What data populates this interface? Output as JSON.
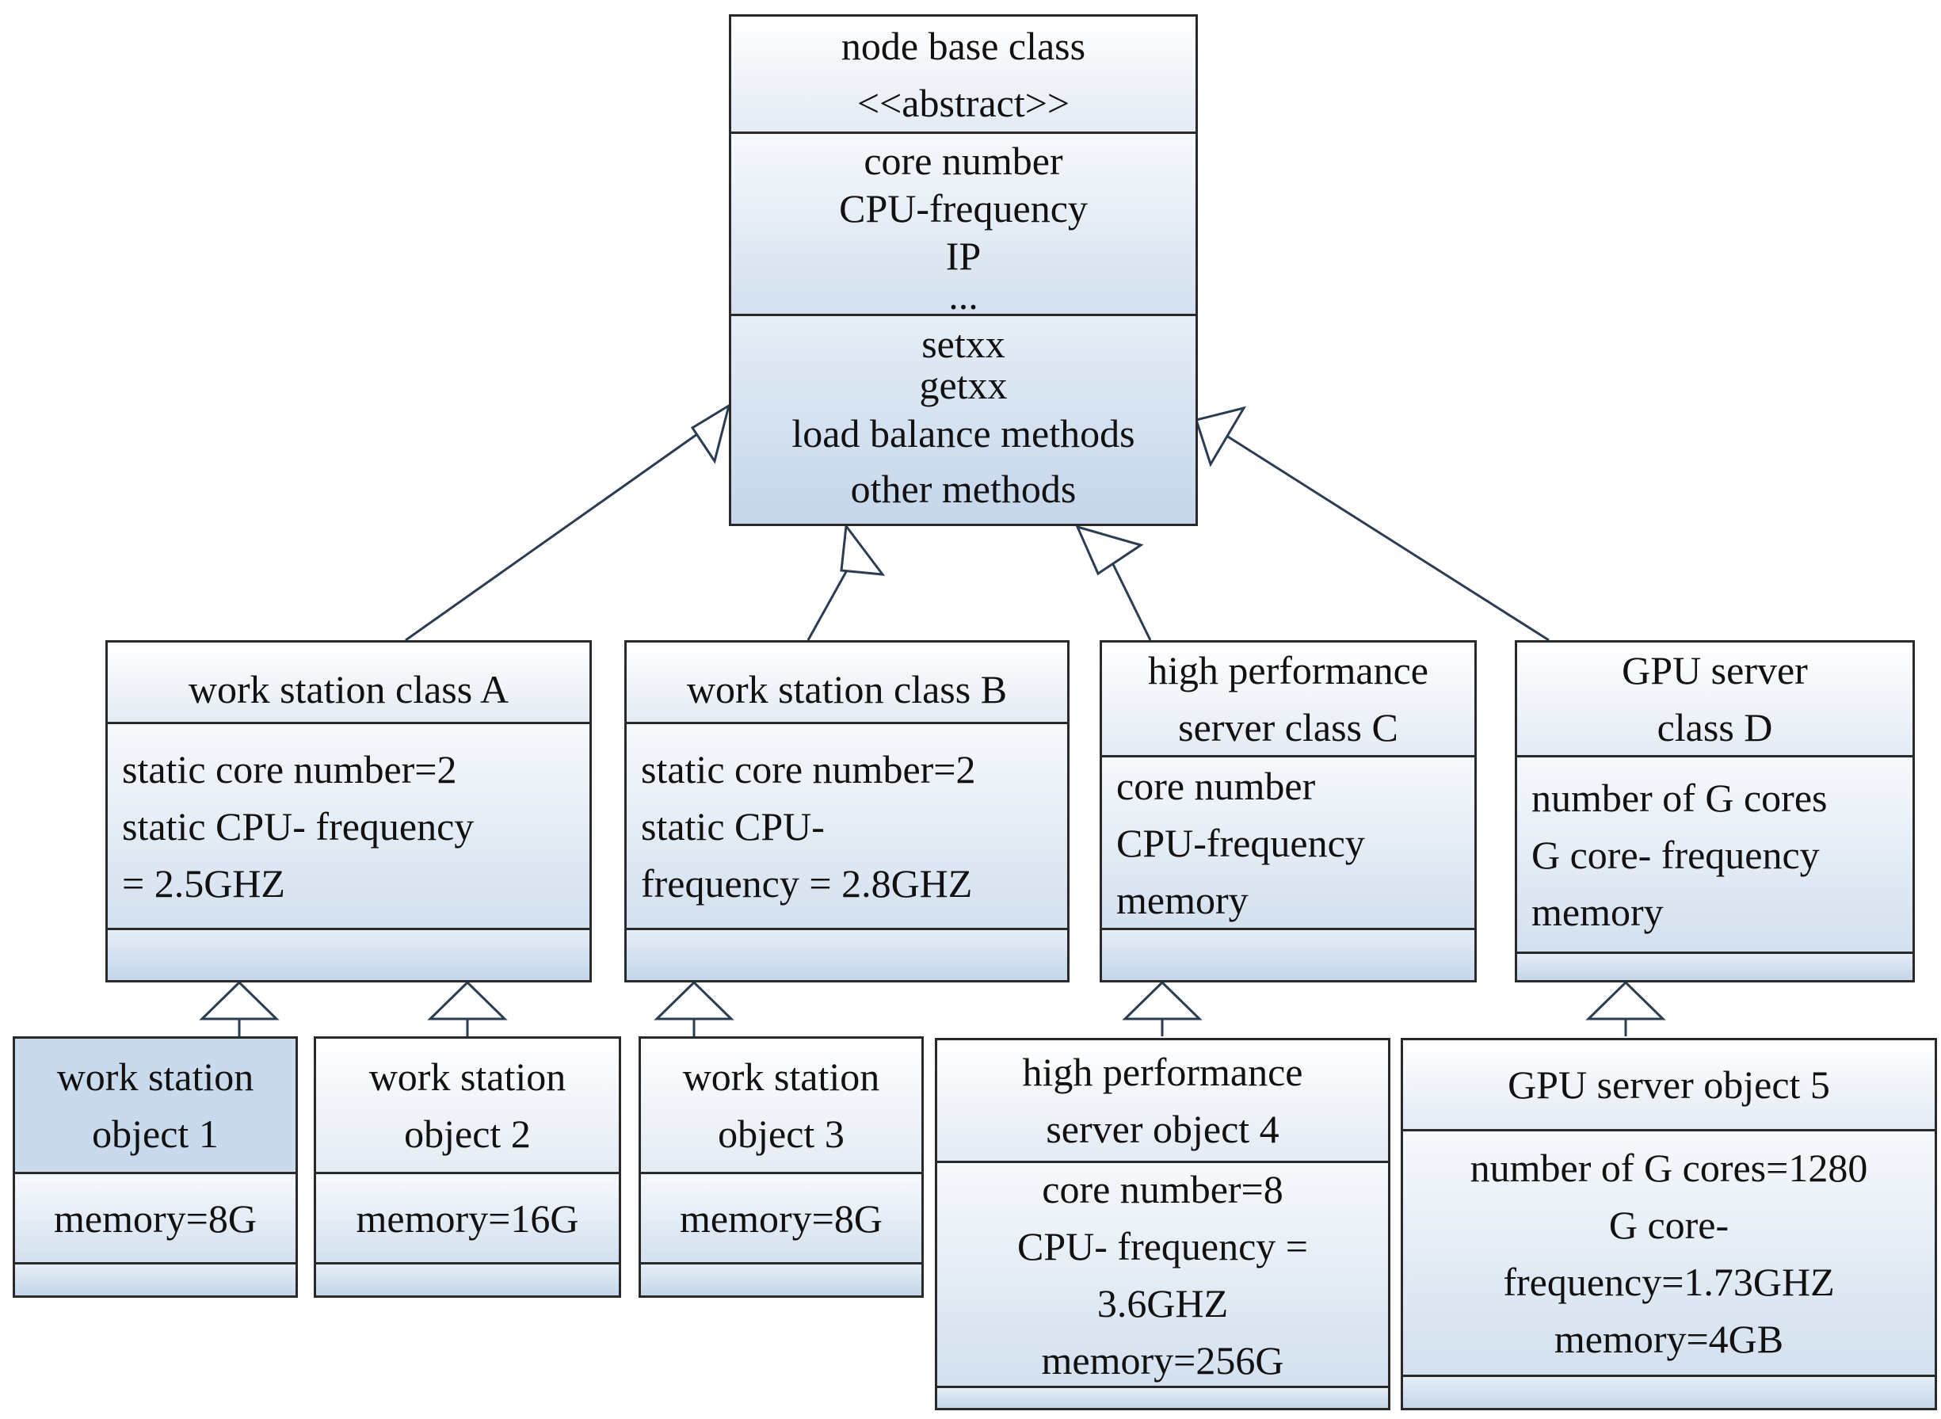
{
  "base_class": {
    "name": "node base class",
    "stereotype": "<<abstract>>",
    "attributes": [
      "core number",
      "CPU-frequency",
      "IP",
      "..."
    ],
    "methods": [
      "setxx",
      "getxx",
      "load balance methods",
      "other methods"
    ]
  },
  "class_a": {
    "name": "work station class A",
    "attributes": [
      "static core number=2",
      "static CPU- frequency",
      "= 2.5GHZ"
    ]
  },
  "class_b": {
    "name": "work station class B",
    "attributes": [
      "static core number=2",
      "static CPU-",
      "frequency = 2.8GHZ"
    ]
  },
  "class_c": {
    "name": [
      "high performance",
      "server class C"
    ],
    "attributes": [
      "core number",
      "CPU-frequency",
      "memory"
    ]
  },
  "class_d": {
    "name": [
      "GPU server",
      "class D"
    ],
    "attributes": [
      "number of G cores",
      "G core- frequency",
      "memory"
    ]
  },
  "object_1": {
    "name": [
      "work station",
      "object 1"
    ],
    "attributes": [
      "memory=8G"
    ]
  },
  "object_2": {
    "name": [
      "work station",
      "object 2"
    ],
    "attributes": [
      "memory=16G"
    ]
  },
  "object_3": {
    "name": [
      "work station",
      "object 3"
    ],
    "attributes": [
      "memory=8G"
    ]
  },
  "object_4": {
    "name": [
      "high performance",
      "server object 4"
    ],
    "attributes": [
      "core number=8",
      "CPU- frequency =",
      "3.6GHZ",
      "memory=256G"
    ]
  },
  "object_5": {
    "name": "GPU server object 5",
    "attributes": [
      "number of G cores=1280",
      "G core-",
      "frequency=1.73GHZ",
      "memory=4GB"
    ]
  },
  "colors": {
    "line": "#2a2a2a",
    "connector": "#2b3d52",
    "fill_light": "#e3ebf4",
    "fill_dark": "#c9daec"
  }
}
